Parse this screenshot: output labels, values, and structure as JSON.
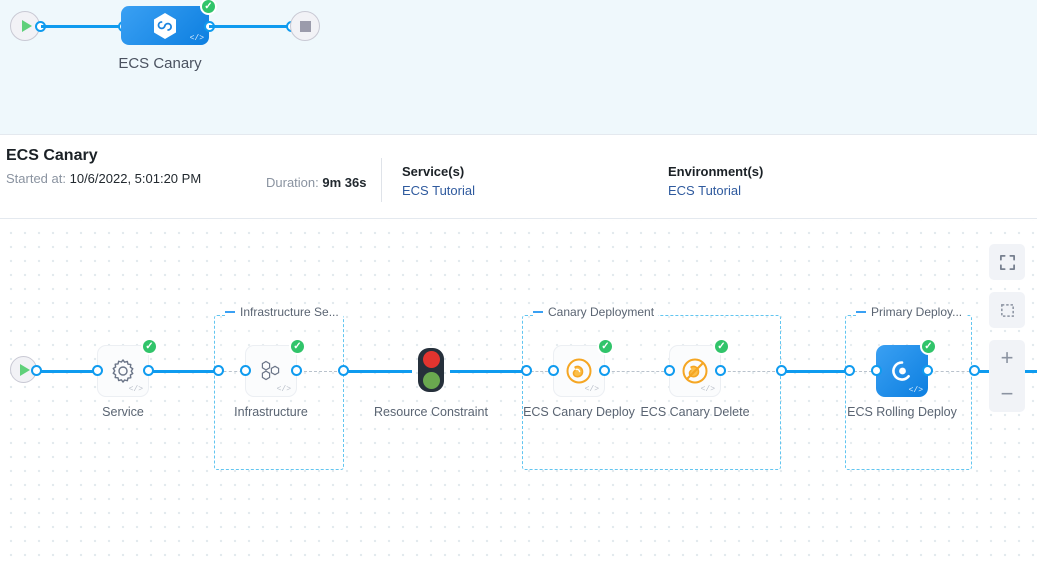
{
  "top_pipeline": {
    "start_icon": "play-icon",
    "end_icon": "stop-icon",
    "stage": {
      "label": "ECS Canary",
      "icon": "harness-hexagon-icon",
      "status": "success",
      "status_glyph": "✓",
      "code_glyph": "</>"
    }
  },
  "summary": {
    "title": "ECS Canary",
    "started_label": "Started at",
    "started_value": "10/6/2022, 5:01:20 PM",
    "duration_label": "Duration",
    "duration_value": "9m 36s",
    "services_label": "Service(s)",
    "services_value": "ECS Tutorial",
    "environments_label": "Environment(s)",
    "environments_value": "ECS Tutorial"
  },
  "canvas": {
    "start_icon": "play-icon",
    "groups": [
      {
        "label": "Infrastructure Se...",
        "collapse_icon": "collapse-dash-icon"
      },
      {
        "label": "Canary Deployment",
        "collapse_icon": "collapse-dash-icon"
      },
      {
        "label": "Primary Deploy...",
        "collapse_icon": "collapse-dash-icon"
      }
    ],
    "nodes": [
      {
        "label": "Service",
        "icon": "gear-icon",
        "status": "success",
        "code_glyph": "</>"
      },
      {
        "label": "Infrastructure",
        "icon": "infrastructure-hexagons-icon",
        "status": "success",
        "code_glyph": "</>"
      },
      {
        "label": "Resource Constraint",
        "icon": "traffic-light-icon",
        "status": "none",
        "code_glyph": ""
      },
      {
        "label": "ECS Canary Deploy",
        "icon": "canary-bird-icon",
        "status": "success",
        "code_glyph": "</>"
      },
      {
        "label": "ECS Canary Delete",
        "icon": "canary-bird-delete-icon",
        "status": "success",
        "code_glyph": "</>"
      },
      {
        "label": "ECS Rolling Deploy",
        "icon": "ecs-rolling-deploy-icon",
        "status": "success",
        "code_glyph": "</>"
      }
    ],
    "status_glyph": "✓",
    "controls": [
      {
        "name": "fit-to-screen",
        "icon": "expand-icon"
      },
      {
        "name": "selection-box",
        "icon": "dashed-square-icon"
      },
      {
        "name": "zoom-in",
        "icon": "plus-icon",
        "label": "+"
      },
      {
        "name": "zoom-out",
        "icon": "minus-icon",
        "label": "−"
      }
    ]
  },
  "colors": {
    "accent_blue": "#0f9bef",
    "node_blue": "#0d7fe0",
    "success_green": "#31c46a",
    "canary_orange": "#f5a623",
    "group_border": "#62c5f0",
    "banner_bg": "#eff8fc"
  }
}
